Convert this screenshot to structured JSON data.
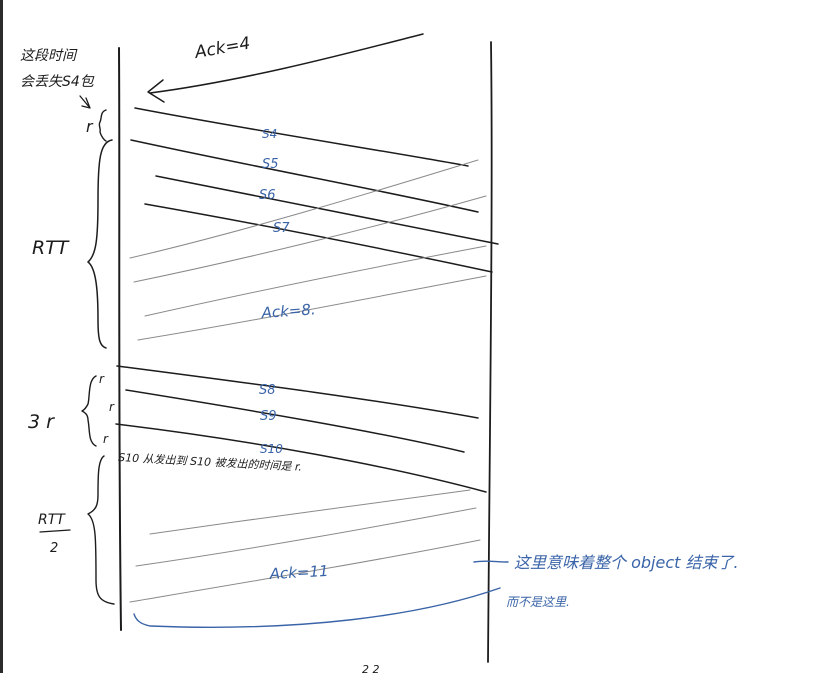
{
  "diagram": {
    "colors": {
      "ink": "#1c1c1c",
      "faint_ink": "#8a8a8a",
      "annotation_blue": "#3a64a8"
    },
    "left_annotations": {
      "top_note_line1": "这段时间",
      "top_note_line2": "会丢失S4包",
      "label_r_top": "r",
      "label_rtt": "RTT",
      "label_3r": "3 r",
      "label_r_a": "r",
      "label_r_b": "r",
      "label_r_c": "r",
      "label_rtt_half_num": "RTT",
      "label_rtt_half_den": "2"
    },
    "segments": {
      "ack4": "Ack=4",
      "s4": "S4",
      "s5": "S5",
      "s6": "S6",
      "s7": "S7",
      "ack8": "Ack=8.",
      "s8": "S8",
      "s9": "S9",
      "s10": "S10",
      "ack11": "Ack=11"
    },
    "notes": {
      "s10_note": "S10 从发出到 S10 被发出的时间是 r.",
      "object_done": "这里意味着整个 object 结束了.",
      "not_here": "而不是这里.",
      "bottom_mark": "2 2"
    }
  }
}
